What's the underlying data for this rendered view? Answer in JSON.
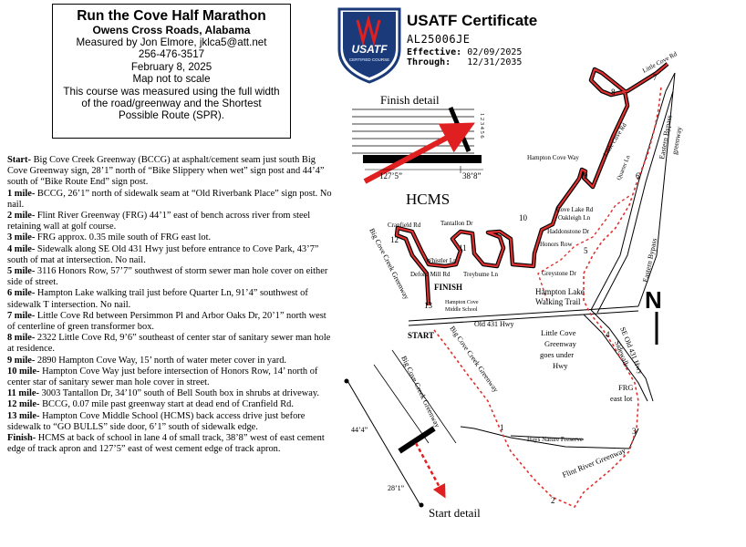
{
  "header": {
    "title": "Run the Cove Half Marathon",
    "location": "Owens Cross Roads, Alabama",
    "measured_by": "Measured by Jon Elmore, jklca5@att.net",
    "phone": "256-476-3517",
    "date": "February 8, 2025",
    "scale_note": "Map not to scale",
    "method_1": "This course was measured using the full width",
    "method_2": "of the road/greenway and the Shortest",
    "method_3": "Possible Route (SPR)."
  },
  "certificate": {
    "badge_text": "USATF",
    "badge_sub": "CERTIFIED COURSE",
    "title": "USATF Certificate",
    "id": "AL25006JE",
    "effective_label": "Effective:",
    "effective_date": "02/09/2025",
    "through_label": "Through:",
    "through_date": "12/31/2035"
  },
  "descriptions": [
    {
      "label": "Start-",
      "text": " Big Cove Creek Greenway (BCCG) at asphalt/cement seam just south Big Cove Greenway sign, 28’1” north of “Bike Slippery when wet” sign post and 44’4” south of “Bike Route End” sign post."
    },
    {
      "label": "1 mile-",
      "text": " BCCG, 26’1” north of sidewalk seam at “Old Riverbank Place” sign post. No nail."
    },
    {
      "label": "2 mile-",
      "text": " Flint River Greenway (FRG) 44’1” east of bench across river from steel retaining wall at golf course."
    },
    {
      "label": "3 mile-",
      "text": " FRG approx. 0.35 mile south of FRG east lot."
    },
    {
      "label": "4 mile-",
      "text": " Sidewalk along SE Old 431 Hwy just before entrance to Cove Park, 43’7” south of mat at intersection. No nail."
    },
    {
      "label": "5 mile-",
      "text": " 3116 Honors Row, 57’7” southwest of storm sewer man hole cover on either side of street."
    },
    {
      "label": "6 mile-",
      "text": " Hampton Lake walking trail just before Quarter Ln, 91’4” southwest of sidewalk T intersection. No nail."
    },
    {
      "label": "7 mile-",
      "text": " Little Cove Rd between Persimmon Pl and Arbor Oaks Dr, 20’1” north west of centerline of green transformer box."
    },
    {
      "label": "8 mile-",
      "text": " 2322 Little Cove Rd, 9’6” southeast of center star of sanitary sewer man hole at residence."
    },
    {
      "label": "9 mile-",
      "text": " 2890 Hampton Cove Way, 15’ north of water meter cover in yard."
    },
    {
      "label": "10 mile-",
      "text": " Hampton Cove Way just before intersection of Honors Row, 14’ north of center star of sanitary sewer man hole cover in street."
    },
    {
      "label": "11 mile-",
      "text": " 3003 Tantallon Dr, 34’10” south of Bell South box in shrubs at driveway."
    },
    {
      "label": "12 mile-",
      "text": " BCCG, 0.07 mile past greenway start at dead end of Cranfield Rd."
    },
    {
      "label": "13 mile-",
      "text": " Hampton Cove Middle School (HCMS) back access drive just before sidewalk to “GO BULLS” side door, 6’1” south of sidewalk edge."
    },
    {
      "label": "Finish-",
      "text": " HCMS at back of school in lane 4 of small track, 38’8” west of east cement edge of track apron and 127’5” east of west cement edge of track apron."
    }
  ],
  "finish_detail": {
    "title": "Finish detail",
    "lanes": "1 2 3 4 5 6",
    "dist_west": "127’5”",
    "dist_east": "38’8”",
    "school": "HCMS"
  },
  "start_detail": {
    "title": "Start detail",
    "greenway": "Big Cove Creek Greenway",
    "dist_north": "44’4”",
    "dist_south": "28’1”"
  },
  "map": {
    "roads": {
      "little_cove_rd_top": "Little Cove Rd",
      "little_cove_rd_mid": "Little Cove Rd",
      "eastern_bypass_greenway_1": "Eastern Bypass",
      "eastern_bypass_greenway_2": "greenway",
      "eastern_bypass": "Eastern Bypass",
      "hampton_cove_way": "Hampton Cove Way",
      "quarter_ln": "Quarter Ln",
      "cove_lake_rd": "Cove Lake Rd",
      "oakleigh_ln": "Oakleigh Ln",
      "haddonstone_dr": "Haddonstone Dr",
      "honors_row": "Honors Row",
      "greystone_dr": "Greystone Dr",
      "cranfield_rd": "Cranfield Rd",
      "tantallon_dr": "Tantallon Dr",
      "whistler_ln": "Whistler Ln",
      "deford_mill_rd": "Deford Mill Rd",
      "treybume_ln": "Treybume Ln",
      "bccg_vertical": "Big Cove Creek Greenway",
      "bccg_diag": "Big Cove Creek Greenway",
      "old_431": "Old 431 Hwy",
      "se_old_431_1": "SE Old 431 Hwy",
      "se_old_431_2": "Sidewalk",
      "hampton_lake_1": "Hampton Lake",
      "hampton_lake_2": "Walking Trail",
      "under_hwy_1": "Little Cove",
      "under_hwy_2": "Greenway",
      "under_hwy_3": "goes under",
      "under_hwy_4": "Hwy",
      "frg_lot_1": "FRG",
      "frg_lot_2": "east lot",
      "hays": "Hays Nature Preserve",
      "flint_river_greenway": "Flint River Greenway",
      "hcms_1": "Hampton Cove",
      "hcms_2": "Middle School",
      "finish": "FINISH",
      "start": "START",
      "north": "N"
    },
    "mile_markers": [
      "1",
      "2",
      "3",
      "4",
      "5",
      "6",
      "7",
      "8",
      "9",
      "10",
      "11",
      "12",
      "13"
    ]
  },
  "colors": {
    "route": "#e03030",
    "arrow": "#e02020"
  }
}
